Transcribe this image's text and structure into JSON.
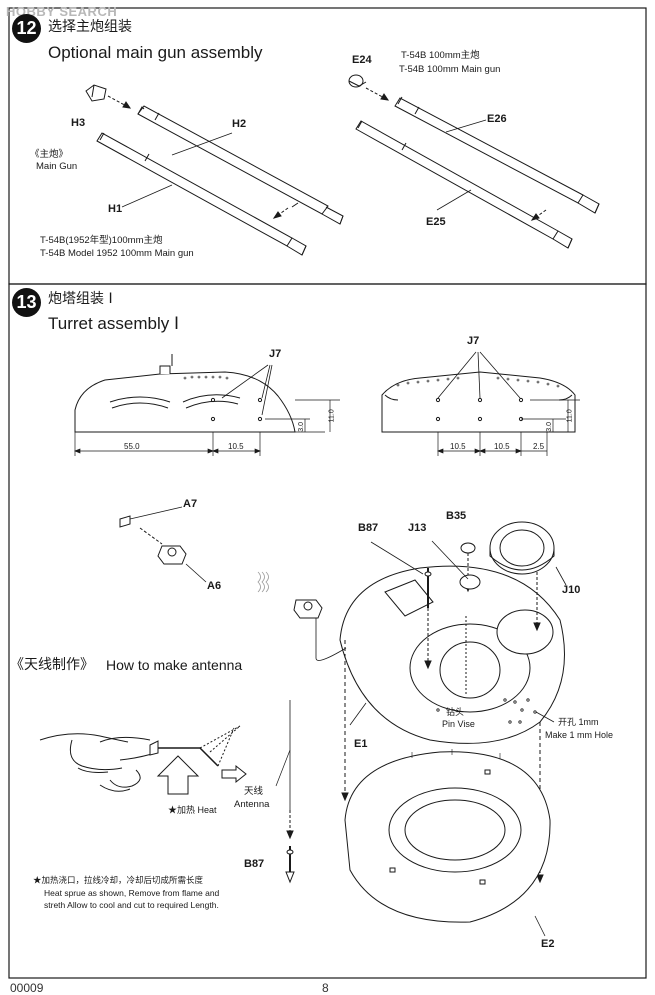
{
  "watermark": "HOBBY SEARCH",
  "step12": {
    "number": "12",
    "title_cn": "选择主炮组装",
    "title_en": "Optional main gun assembly",
    "parts": {
      "h3": "H3",
      "h2": "H2",
      "h1": "H1",
      "e24": "E24",
      "e26": "E26",
      "e25": "E25"
    },
    "main_gun_cn": "《主炮》",
    "main_gun_en": "Main Gun",
    "t54b_100_cn": "T-54B 100mm主炮",
    "t54b_100_en": "T-54B 100mm Main gun",
    "t54b_1952_cn": "T-54B(1952年型)100mm主炮",
    "t54b_1952_en": "T-54B Model 1952 100mm Main gun"
  },
  "step13": {
    "number": "13",
    "title_cn": "炮塔组装 Ⅰ",
    "title_en": "Turret assembly Ⅰ",
    "j7_left": "J7",
    "j7_right": "J7",
    "dims_left": {
      "d1": "55.0",
      "d2": "10.5",
      "d3": "3.0",
      "d4": "11.0"
    },
    "dims_right": {
      "d1": "10.5",
      "d2": "10.5",
      "d3": "2.5",
      "d4": "3.0",
      "d5": "11.0"
    },
    "parts": {
      "a7": "A7",
      "a6": "A6",
      "b87": "B87",
      "j13": "J13",
      "b35": "B35",
      "j10": "J10",
      "e1": "E1",
      "e2": "E2",
      "b87_antenna": "B87"
    },
    "pin_vise_cn": "钻头",
    "pin_vise_en": "Pin Vise",
    "hole_cn": "开孔 1mm",
    "hole_en": "Make 1 mm Hole",
    "antenna_title_cn": "《天线制作》",
    "antenna_title_en": "How to make antenna",
    "heat": "★加热 Heat",
    "antenna_cn": "天线",
    "antenna_en": "Antenna",
    "note_cn": "★加热浇口，拉线冷却，冷却后切成所需长度",
    "note_en_1": "Heat sprue as shown, Remove from flame and",
    "note_en_2": "streth Allow to cool and cut to required Length."
  },
  "footer": {
    "left": "00009",
    "page": "8"
  }
}
